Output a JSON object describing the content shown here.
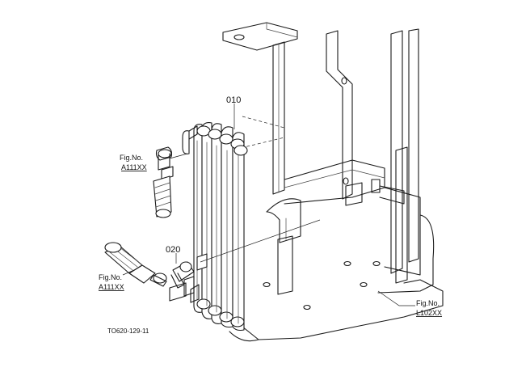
{
  "labels": {
    "part_010": "010",
    "part_020": "020",
    "ref_top_line1": "Fig.No.",
    "ref_top_line2": "A111XX",
    "ref_left_line1": "Fig.No.",
    "ref_left_line2": "A111XX",
    "ref_right_line1": "Fig.No.",
    "ref_right_line2": "L102XX",
    "drawing_code": "TO620-129-11"
  }
}
